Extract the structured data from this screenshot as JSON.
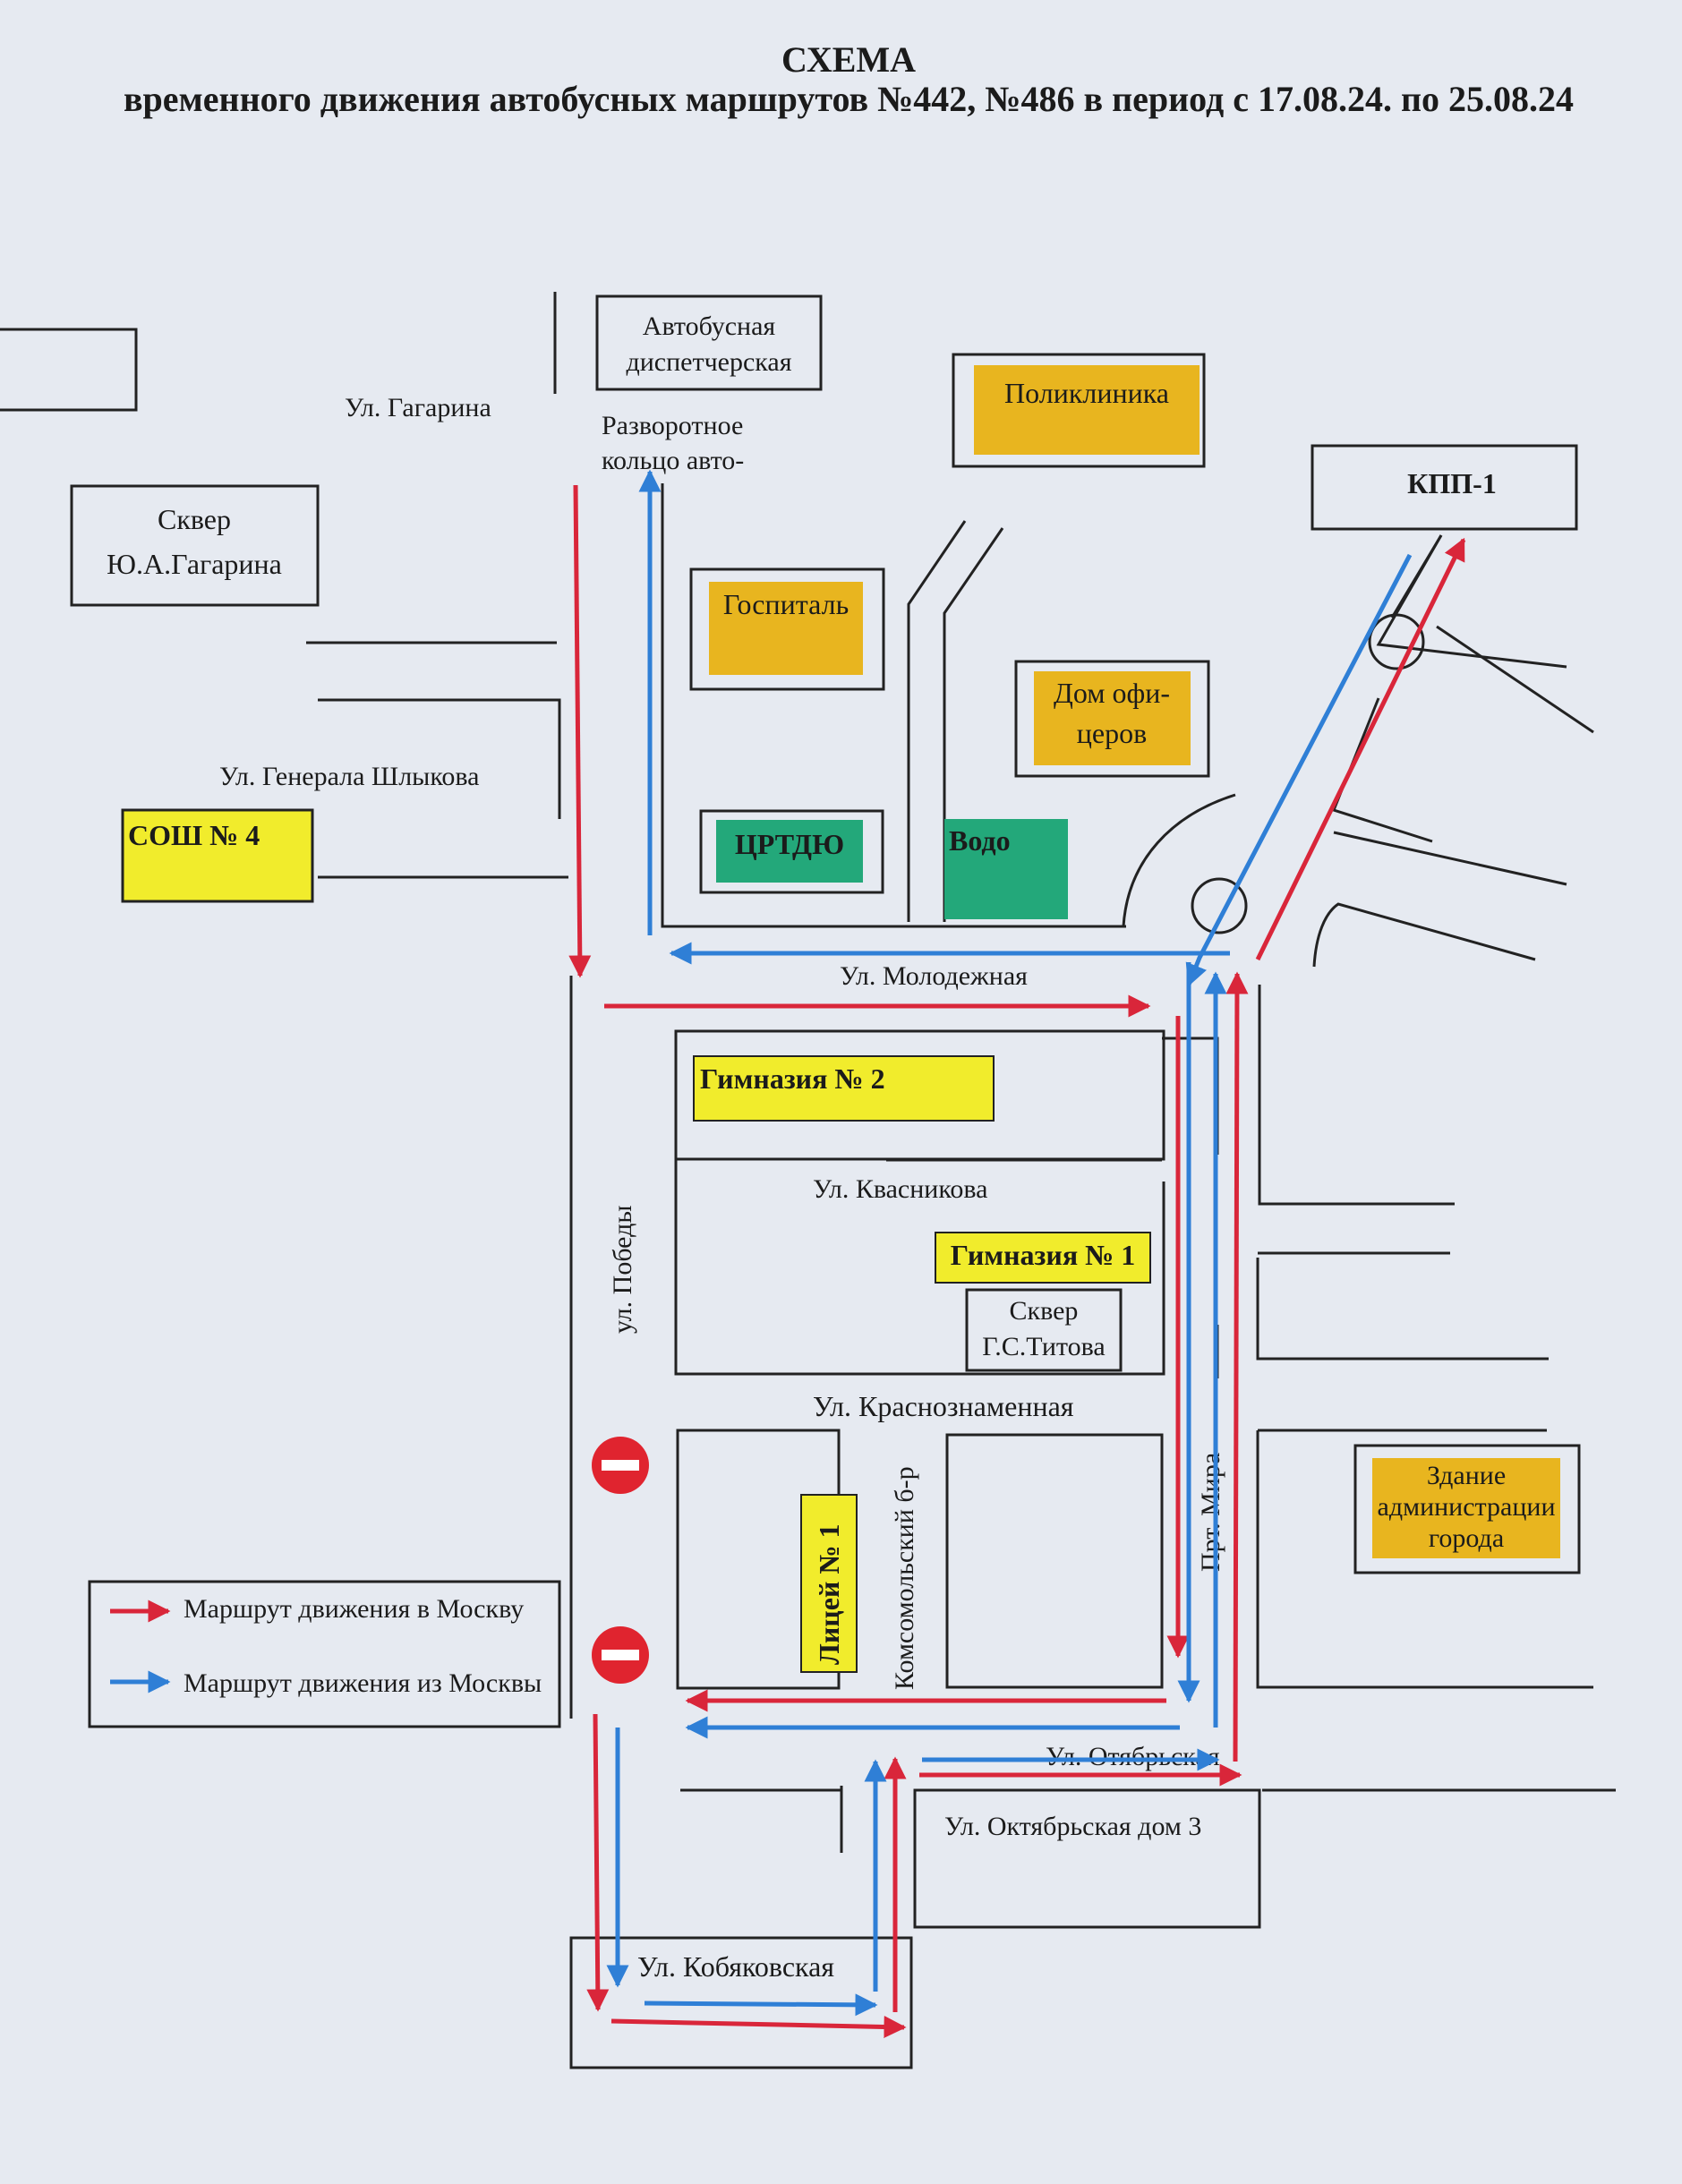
{
  "header": {
    "title": "СХЕМА",
    "subtitle": "временного движения автобусных маршрутов №442, №486 в период с 17.08.24. по 25.08.24"
  },
  "colors": {
    "route_to_moscow": "#d9263a",
    "route_from_moscow": "#2f7fd6",
    "building_orange": "#e8b51f",
    "building_yellow": "#f1ec2c",
    "building_green": "#23a87a",
    "paper": "#e6eaf1"
  },
  "streets": {
    "gagarina": "Ул. Гагарина",
    "shlykova": "Ул. Генерала Шлыкова",
    "molodezhnaya": "Ул. Молодежная",
    "kvasnikova": "Ул. Квасникова",
    "krasnoznamennaya": "Ул. Краснознаменная",
    "pobedy": "ул. Победы",
    "komsomolsky": "Комсомольский б-р",
    "mira": "Прт. Мира",
    "oktyabrskaya": "Ул. Отябрьская",
    "oktyabrskaya_3": "Ул. Октябрьская дом 3",
    "kobyakovskaya": "Ул. Кобяковская"
  },
  "places": {
    "dispatch_line1": "Автобусная",
    "dispatch_line2": "диспетчерская",
    "turnaround_line1": "Разворотное",
    "turnaround_line2": "кольцо авто-",
    "sквер_gagarin_line1": "Сквер",
    "skver_gagarin_line2": "Ю.А.Гагарина",
    "poliklinika": "Поликлиника",
    "gospital": "Госпиталь",
    "dom_line1": "Дом офи-",
    "dom_line2": "церов",
    "kpp": "КПП-1",
    "sosh": "СОШ № 4",
    "crtdyu": "ЦРТДЮ",
    "vodo": "Водо",
    "gymn2": "Гимназия № 2",
    "gymn1": "Гимназия № 1",
    "skver_titov_line1": "Сквер",
    "skver_titov_line2": "Г.С.Титова",
    "lyceum": "Лицей № 1",
    "admin_line1": "Здание",
    "admin_line2": "администрации",
    "admin_line3": "города"
  },
  "legend": {
    "to_moscow": "Маршрут движения в Москву",
    "from_moscow": "Маршрут движения из Москвы"
  },
  "icons": {
    "no_entry": "no-entry-icon",
    "roundabout": "roundabout-icon",
    "arrow": "arrow-icon"
  }
}
